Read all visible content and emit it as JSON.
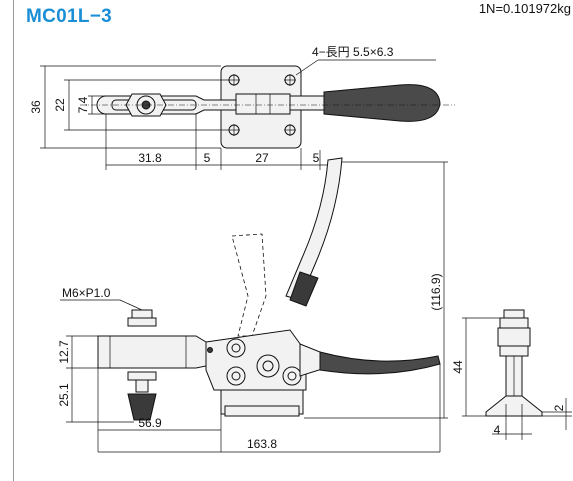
{
  "title": "MC01L−3",
  "unit_note": "1N=0.101972kg",
  "callouts": {
    "slot": "4−長円 5.5×6.3",
    "thread": "M6×P1.0"
  },
  "dims": {
    "top_total_height": "36",
    "top_mid_height": "22",
    "top_inner_height": "7.4",
    "top_len_a": "31.8",
    "top_gap_a": "5",
    "top_len_b": "27",
    "top_gap_b": "5",
    "side_upper": "12.7",
    "side_lower": "25.1",
    "side_len_a": "56.9",
    "side_len_total": "163.8",
    "side_open_height": "(116.9)",
    "end_height": "44",
    "end_width": "4",
    "end_base": "2"
  }
}
